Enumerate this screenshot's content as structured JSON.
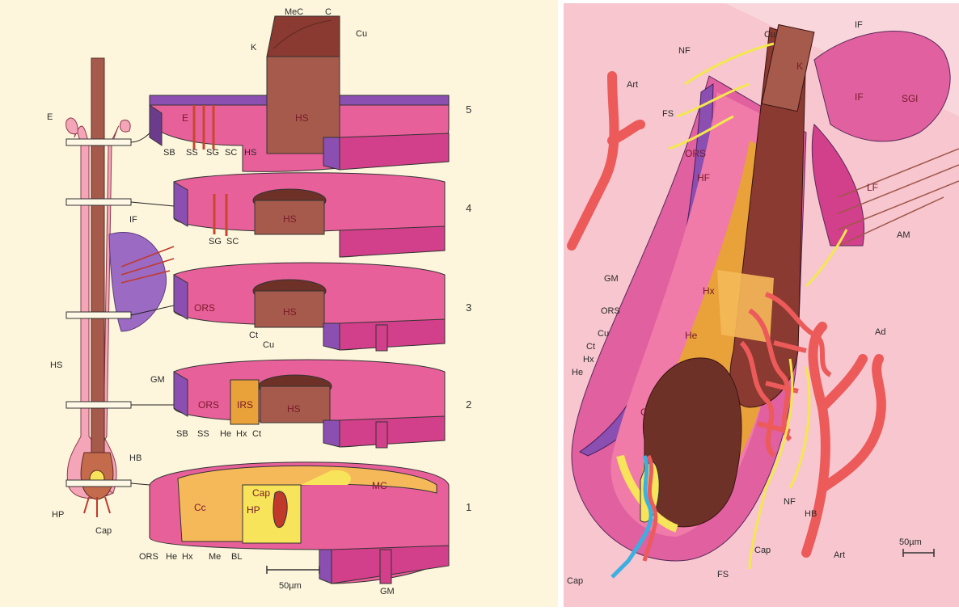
{
  "left": {
    "labels": {
      "E": "E",
      "IF": "IF",
      "HS": "HS",
      "HB": "HB",
      "HP": "HP",
      "Cap": "Cap",
      "MeC": "MeC",
      "C": "C",
      "Cu": "Cu",
      "K": "K"
    },
    "sections": [
      {
        "number": "5",
        "inner_labels": [
          "E",
          "HS"
        ],
        "bottom_labels": [
          "SB",
          "SS",
          "SG",
          "SC",
          "HS"
        ]
      },
      {
        "number": "4",
        "inner_labels": [
          "HS"
        ],
        "bottom_labels": [
          "SG",
          "SC"
        ]
      },
      {
        "number": "3",
        "inner_labels": [
          "ORS",
          "HS"
        ],
        "bottom_labels": [
          "Ct",
          "Cu"
        ]
      },
      {
        "number": "2",
        "inner_labels": [
          "ORS",
          "IRS",
          "HS"
        ],
        "side_label": "GM",
        "bottom_labels": [
          "SB",
          "SS",
          "He",
          "Hx",
          "Ct"
        ]
      },
      {
        "number": "1",
        "inner_labels": [
          "Cc",
          "Cap",
          "HP",
          "MC"
        ],
        "bottom_labels": [
          "ORS",
          "He",
          "Hx",
          "Me",
          "BL"
        ]
      }
    ],
    "gm_bottom": "GM",
    "scale": "50µm"
  },
  "right": {
    "labels": {
      "Cu_top": "Cu",
      "IF_top": "IF",
      "NF_top": "NF",
      "Art_top": "Art",
      "K": "K",
      "IF": "IF",
      "SGl": "SGl",
      "FS_top": "FS",
      "ORS": "ORS",
      "HF": "HF",
      "LF": "LF",
      "AM": "AM",
      "GM": "GM",
      "ORS2": "ORS",
      "Cu": "Cu",
      "Ct": "Ct",
      "Hx": "Hx",
      "He": "He",
      "Hx_in": "Hx",
      "He_in": "He",
      "Ad": "Ad",
      "C": "C",
      "NF": "NF",
      "HB": "HB",
      "Cap_mid": "Cap",
      "Art": "Art",
      "Cap_bot": "Cap",
      "FS_bot": "FS"
    },
    "scale": "50µm"
  },
  "colors": {
    "pink": "#e8609a",
    "magenta": "#d23f8a",
    "purple": "#8a4fb0",
    "brown": "#a0574a",
    "dark_brown": "#6e3128",
    "orange": "#e9a23a",
    "yellow": "#f7e45a",
    "red": "#ec5a5a",
    "blue": "#3cb0e0"
  }
}
